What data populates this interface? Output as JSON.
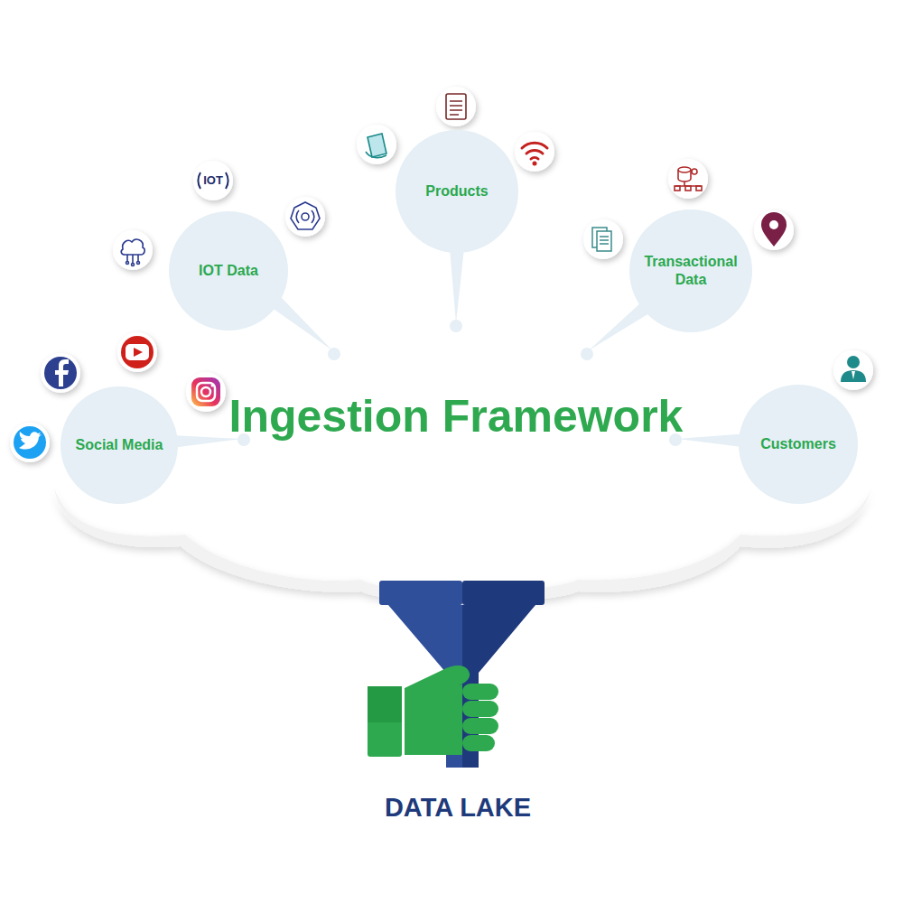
{
  "diagram": {
    "title": "Ingestion Framework",
    "nodes": [
      {
        "text": [
          "Products"
        ]
      },
      {
        "text": [
          "IOT Data"
        ]
      },
      {
        "text": [
          "Transactional Data"
        ]
      },
      {
        "text": [
          "Social Media"
        ]
      },
      {
        "text": [
          "Customers"
        ]
      }
    ],
    "labels": [
      "IOT",
      "DATA LAKE"
    ]
  }
}
